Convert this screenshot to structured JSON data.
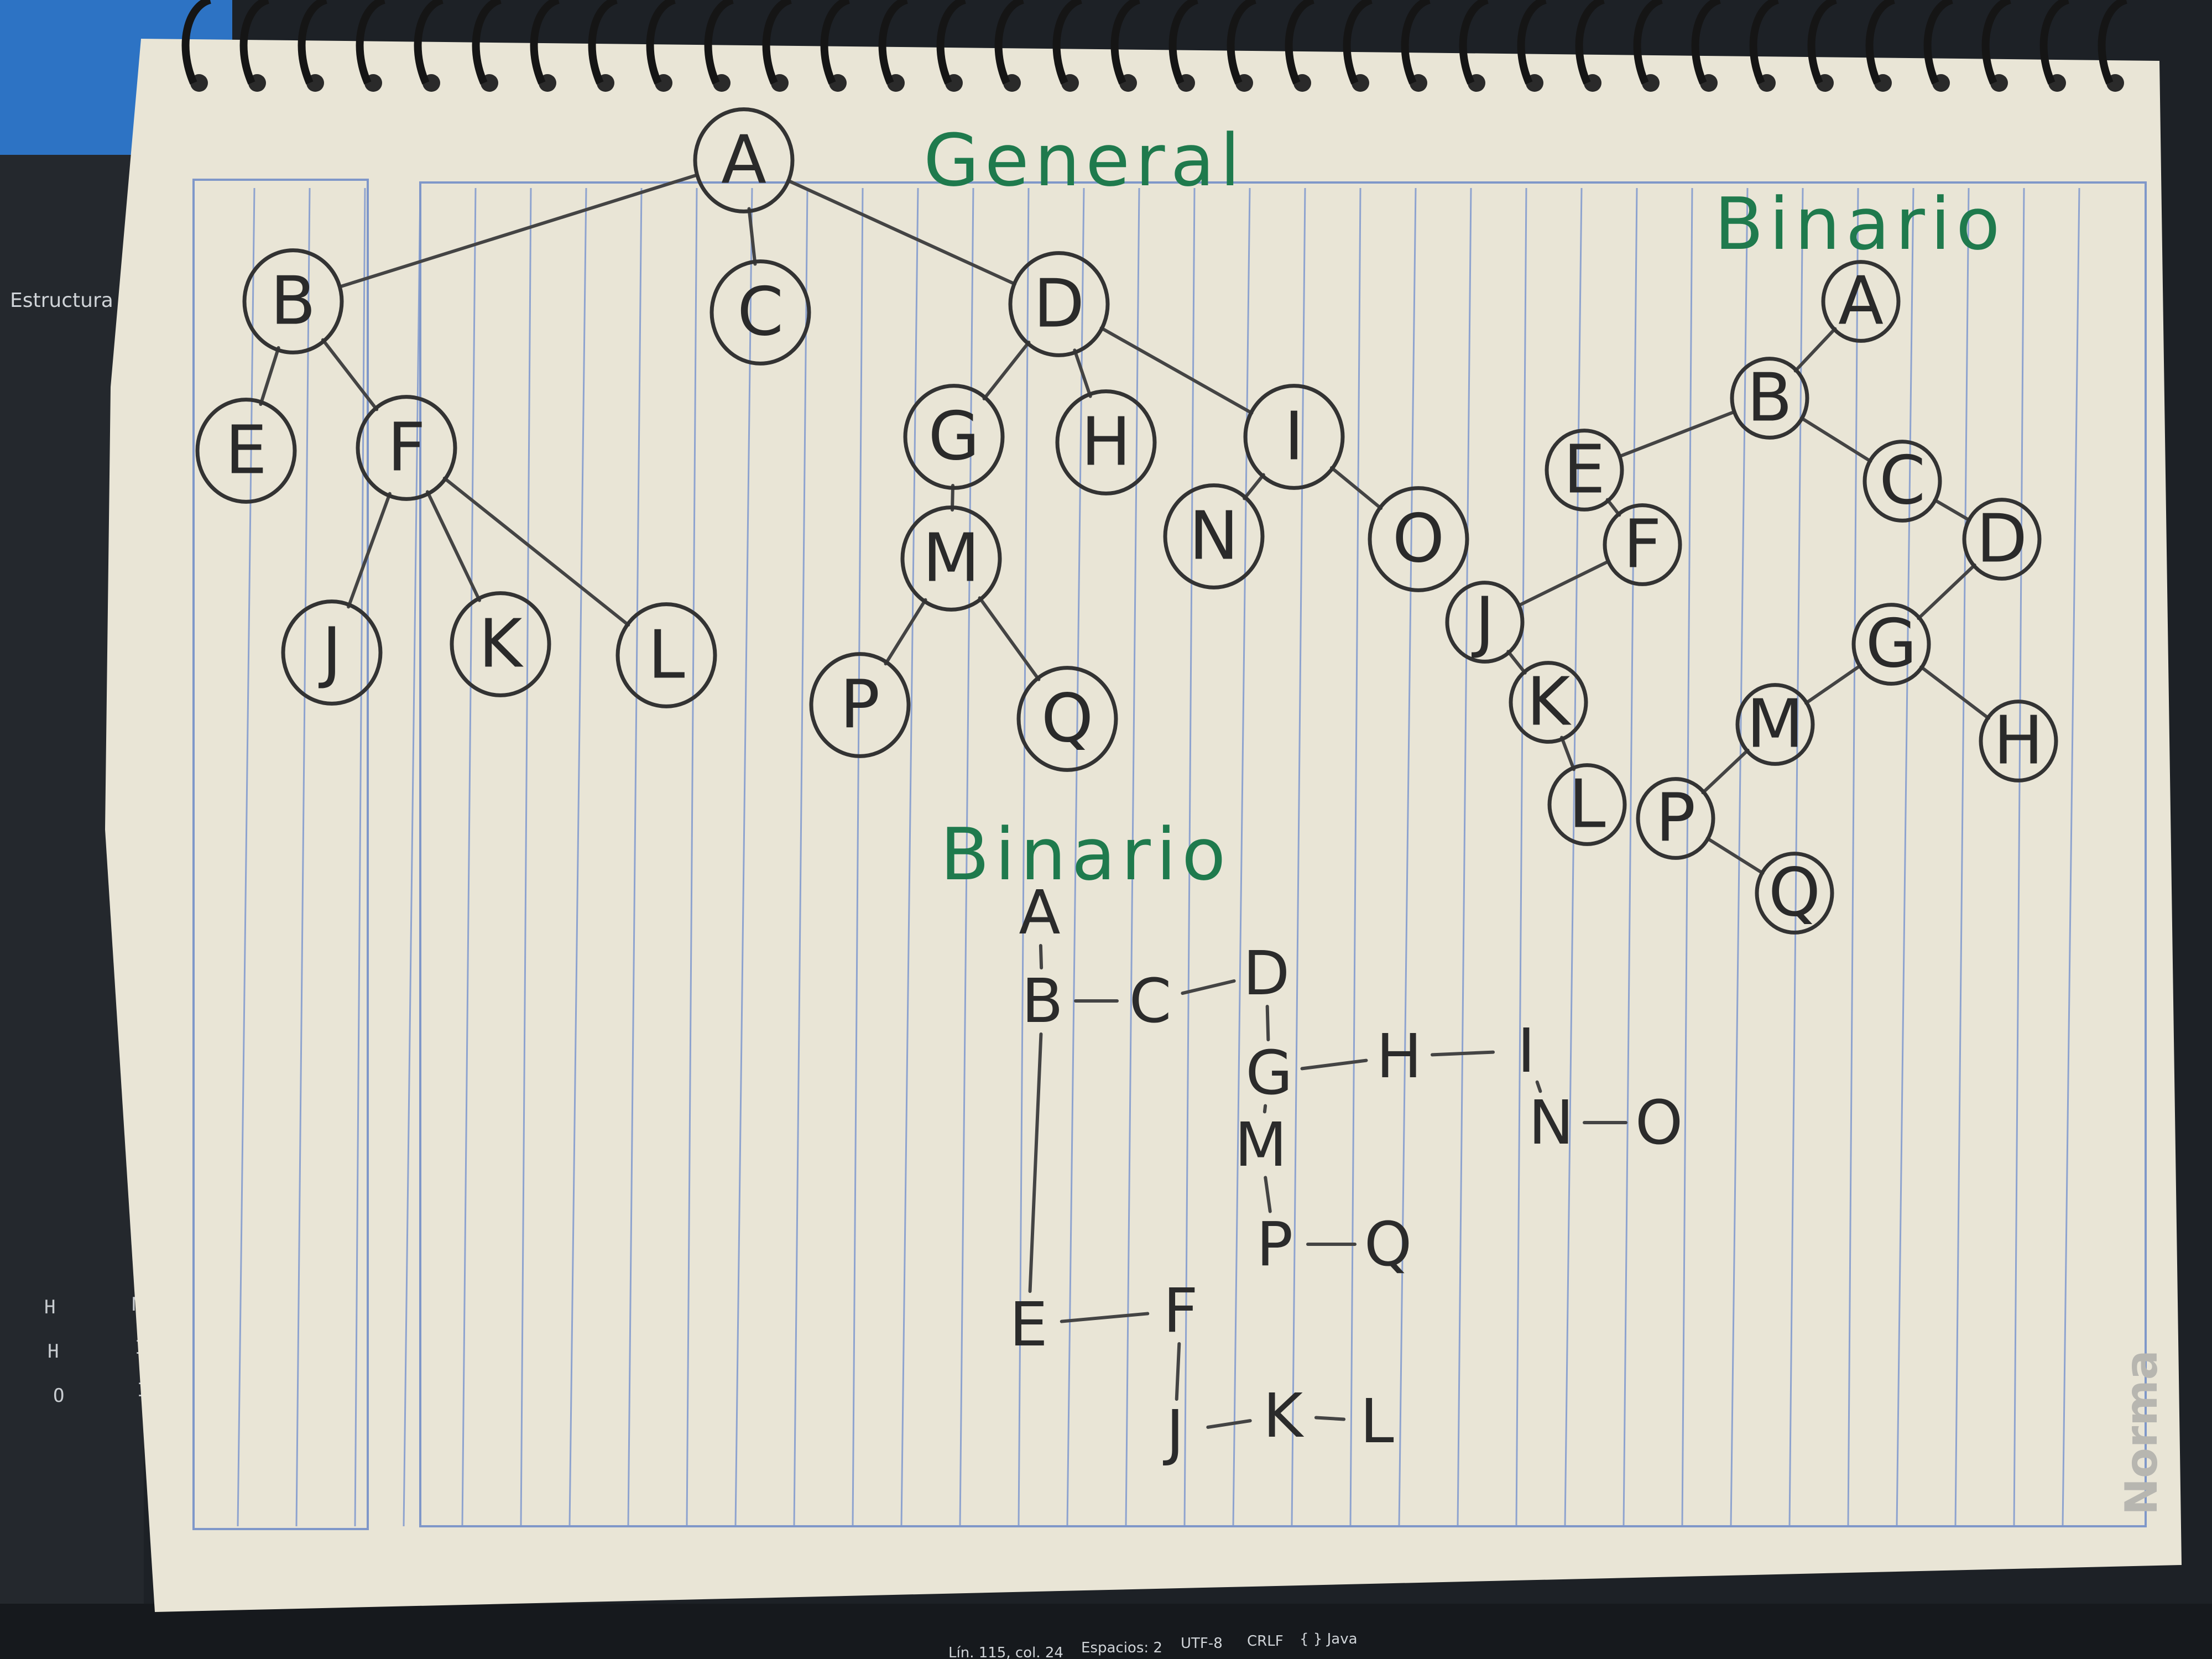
{
  "background": {
    "explorer_label": "Estructura",
    "grid_letters": [
      [
        "H",
        "N"
      ],
      [
        "H",
        "I"
      ],
      [
        "O",
        "I"
      ]
    ],
    "status_bar": [
      "Lín. 115, col. 24",
      "Espacios: 2",
      "UTF-8",
      "CRLF",
      "{ } Java"
    ],
    "brand": "Norma"
  },
  "titles": {
    "general": "General",
    "binario_right": "Binario",
    "binario_center": "Binario"
  },
  "general_tree": {
    "nodes": [
      "A",
      "B",
      "C",
      "D",
      "E",
      "F",
      "G",
      "H",
      "I",
      "J",
      "K",
      "L",
      "M",
      "N",
      "O",
      "P",
      "Q"
    ],
    "edges": [
      [
        "A",
        "B"
      ],
      [
        "A",
        "C"
      ],
      [
        "A",
        "D"
      ],
      [
        "B",
        "E"
      ],
      [
        "B",
        "F"
      ],
      [
        "F",
        "J"
      ],
      [
        "F",
        "K"
      ],
      [
        "F",
        "L"
      ],
      [
        "D",
        "G"
      ],
      [
        "D",
        "H"
      ],
      [
        "D",
        "I"
      ],
      [
        "G",
        "M"
      ],
      [
        "M",
        "P"
      ],
      [
        "M",
        "Q"
      ],
      [
        "I",
        "N"
      ],
      [
        "I",
        "O"
      ]
    ]
  },
  "binary_tree": {
    "nodes": [
      "A",
      "B",
      "C",
      "D",
      "E",
      "F",
      "G",
      "H",
      "J",
      "K",
      "L",
      "M",
      "P",
      "Q"
    ],
    "edges": [
      [
        "A",
        "B"
      ],
      [
        "B",
        "E"
      ],
      [
        "B",
        "C"
      ],
      [
        "C",
        "D"
      ],
      [
        "E",
        "F"
      ],
      [
        "F",
        "J"
      ],
      [
        "J",
        "K"
      ],
      [
        "K",
        "L"
      ],
      [
        "D",
        "G"
      ],
      [
        "G",
        "M"
      ],
      [
        "G",
        "H"
      ],
      [
        "M",
        "P"
      ],
      [
        "P",
        "Q"
      ]
    ]
  },
  "lcrs": {
    "nodes": [
      "A",
      "B",
      "C",
      "D",
      "G",
      "H",
      "I",
      "N",
      "O",
      "M",
      "P",
      "Q",
      "E",
      "F",
      "J",
      "K",
      "L"
    ],
    "edges": [
      [
        "A",
        "B"
      ],
      [
        "B",
        "C"
      ],
      [
        "C",
        "D"
      ],
      [
        "D",
        "G"
      ],
      [
        "G",
        "H"
      ],
      [
        "H",
        "I"
      ],
      [
        "I",
        "N"
      ],
      [
        "N",
        "O"
      ],
      [
        "G",
        "M"
      ],
      [
        "M",
        "P"
      ],
      [
        "P",
        "Q"
      ],
      [
        "B",
        "E"
      ],
      [
        "E",
        "F"
      ],
      [
        "F",
        "J"
      ],
      [
        "J",
        "K"
      ],
      [
        "K",
        "L"
      ]
    ]
  }
}
